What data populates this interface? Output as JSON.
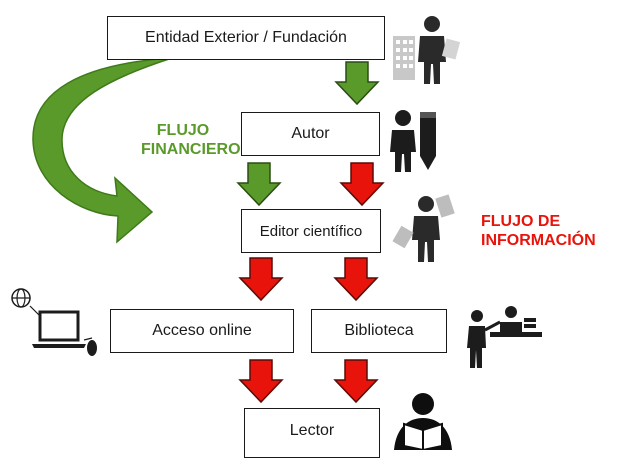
{
  "nodes": {
    "funder": "Entidad Exterior / Fundación",
    "author": "Autor",
    "editor": "Editor científico",
    "online": "Acceso online",
    "library": "Biblioteca",
    "reader": "Lector"
  },
  "labels": {
    "financial": "FLUJO\nFINANCIERO",
    "information": "FLUJO DE\nINFORMACIÓN"
  },
  "colors": {
    "financial": "#5a9a2a",
    "information": "#e8140c",
    "icon": "#1c1c1c"
  },
  "icons": [
    "building-businessman-icon",
    "author-pencil-icon",
    "editor-document-icon",
    "computer-globe-icon",
    "librarian-desk-icon",
    "reader-book-icon"
  ]
}
